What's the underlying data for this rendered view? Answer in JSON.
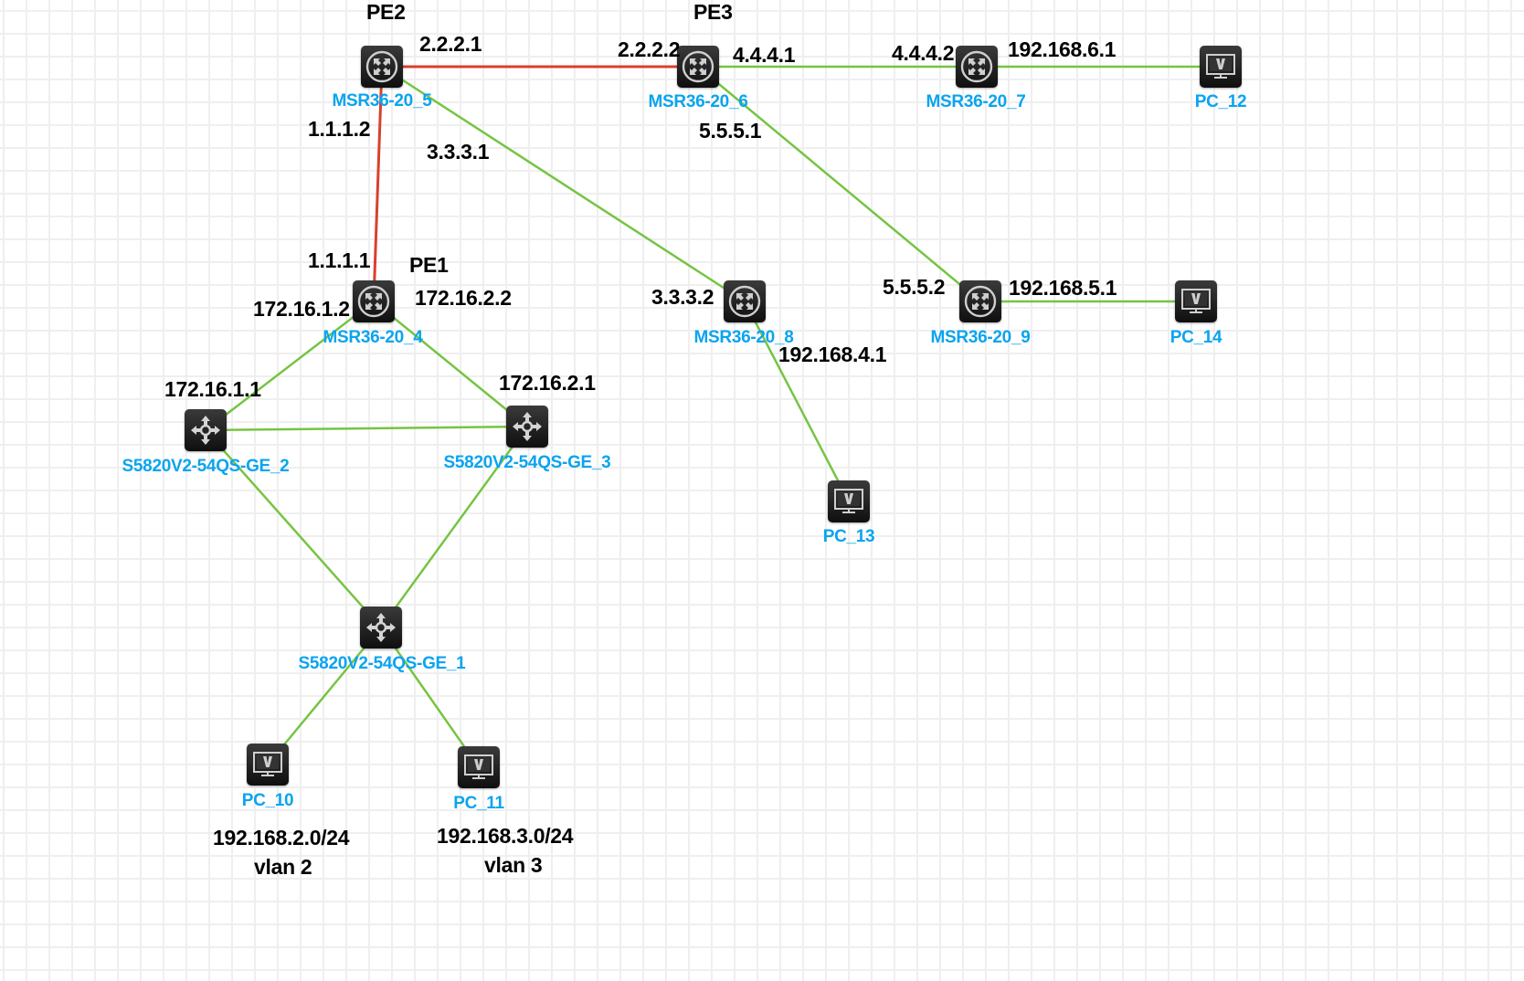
{
  "colors": {
    "accent_label": "#0aa4ef",
    "link_green": "#76c443",
    "link_red": "#d8402c",
    "grid": "#efefef"
  },
  "devices": [
    {
      "id": "msr5",
      "name": "MSR36-20_5",
      "type": "router",
      "icon": "router-icon"
    },
    {
      "id": "msr6",
      "name": "MSR36-20_6",
      "type": "router",
      "icon": "router-icon"
    },
    {
      "id": "msr7",
      "name": "MSR36-20_7",
      "type": "router",
      "icon": "router-icon"
    },
    {
      "id": "pc12",
      "name": "PC_12",
      "type": "pc",
      "icon": "pc-monitor-icon"
    },
    {
      "id": "msr4",
      "name": "MSR36-20_4",
      "type": "router",
      "icon": "router-icon"
    },
    {
      "id": "msr8",
      "name": "MSR36-20_8",
      "type": "router",
      "icon": "router-icon"
    },
    {
      "id": "msr9",
      "name": "MSR36-20_9",
      "type": "router",
      "icon": "router-icon"
    },
    {
      "id": "pc14",
      "name": "PC_14",
      "type": "pc",
      "icon": "pc-monitor-icon"
    },
    {
      "id": "sw2",
      "name": "S5820V2-54QS-GE_2",
      "type": "switch",
      "icon": "l3-switch-icon"
    },
    {
      "id": "sw3",
      "name": "S5820V2-54QS-GE_3",
      "type": "switch",
      "icon": "l3-switch-icon"
    },
    {
      "id": "pc13",
      "name": "PC_13",
      "type": "pc",
      "icon": "pc-monitor-icon"
    },
    {
      "id": "sw1",
      "name": "S5820V2-54QS-GE_1",
      "type": "switch",
      "icon": "l3-switch-icon"
    },
    {
      "id": "pc10",
      "name": "PC_10",
      "type": "pc",
      "icon": "pc-monitor-icon"
    },
    {
      "id": "pc11",
      "name": "PC_11",
      "type": "pc",
      "icon": "pc-monitor-icon"
    }
  ],
  "links": [
    {
      "from": "msr5",
      "to": "msr6",
      "color": "red"
    },
    {
      "from": "msr5",
      "to": "msr4",
      "color": "red"
    },
    {
      "from": "msr5",
      "to": "msr8",
      "color": "green"
    },
    {
      "from": "msr6",
      "to": "msr7",
      "color": "green"
    },
    {
      "from": "msr7",
      "to": "pc12",
      "color": "green"
    },
    {
      "from": "msr6",
      "to": "msr9",
      "color": "green"
    },
    {
      "from": "msr9",
      "to": "pc14",
      "color": "green"
    },
    {
      "from": "msr8",
      "to": "pc13",
      "color": "green"
    },
    {
      "from": "msr4",
      "to": "sw2",
      "color": "green"
    },
    {
      "from": "msr4",
      "to": "sw3",
      "color": "green"
    },
    {
      "from": "sw2",
      "to": "sw3",
      "color": "green"
    },
    {
      "from": "sw2",
      "to": "sw1",
      "color": "green"
    },
    {
      "from": "sw3",
      "to": "sw1",
      "color": "green"
    },
    {
      "from": "sw1",
      "to": "pc10",
      "color": "green"
    },
    {
      "from": "sw1",
      "to": "pc11",
      "color": "green"
    }
  ],
  "annotations": {
    "pe2": "PE2",
    "pe3": "PE3",
    "pe1": "PE1",
    "ip_2_2_2_1": "2.2.2.1",
    "ip_2_2_2_2": "2.2.2.2",
    "ip_4_4_4_1": "4.4.4.1",
    "ip_4_4_4_2": "4.4.4.2",
    "ip_192_168_6_1": "192.168.6.1",
    "ip_1_1_1_2": "1.1.1.2",
    "ip_3_3_3_1": "3.3.3.1",
    "ip_5_5_5_1": "5.5.5.1",
    "ip_1_1_1_1": "1.1.1.1",
    "ip_172_16_1_2": "172.16.1.2",
    "ip_172_16_2_2": "172.16.2.2",
    "ip_3_3_3_2": "3.3.3.2",
    "ip_5_5_5_2": "5.5.5.2",
    "ip_192_168_5_1": "192.168.5.1",
    "ip_192_168_4_1": "192.168.4.1",
    "ip_172_16_1_1": "172.16.1.1",
    "ip_172_16_2_1": "172.16.2.1",
    "net_vlan2_subnet": "192.168.2.0/24",
    "net_vlan2": "vlan 2",
    "net_vlan3_subnet": "192.168.3.0/24",
    "net_vlan3": "vlan 3"
  }
}
